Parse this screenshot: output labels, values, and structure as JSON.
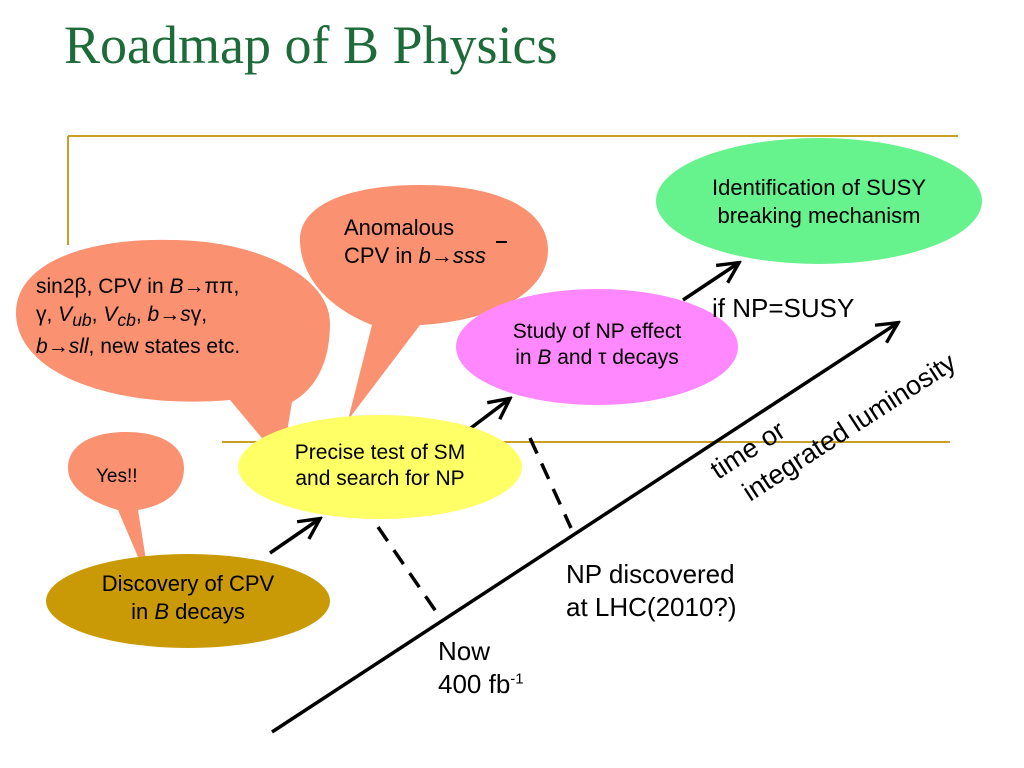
{
  "title": "Roadmap of B Physics",
  "colors": {
    "title": "#1e6b3a",
    "gold_rule": "#c8a028",
    "bubble_salmon": "#fa9171",
    "discovery": "#c99a06",
    "precise_test": "#ffff66",
    "study_np": "#ff88ff",
    "susy": "#66f28c"
  },
  "nodes": {
    "discovery": {
      "line1": "Discovery of CPV",
      "line2_pre": "in ",
      "line2_italic": "B",
      "line2_post": " decays"
    },
    "precise_test": {
      "line1": "Precise test of SM",
      "line2": "and search for NP"
    },
    "study_np": {
      "line1": "Study of NP effect",
      "line2_pre": "in ",
      "line2_b": "B",
      "line2_mid": " and ",
      "line2_tau": "τ",
      "line2_post": " decays"
    },
    "susy": {
      "line1": "Identification of SUSY",
      "line2": "breaking mechanism"
    }
  },
  "bubbles": {
    "yes": "Yes!!",
    "anomalous": {
      "line1": "Anomalous",
      "line2_pre": "CPV in ",
      "line2_b": "b",
      "line2_arrow": "→",
      "line2_sss": "sss"
    },
    "measurements": {
      "t1": "sin2",
      "t2": "β",
      "t3": ", CPV in ",
      "t4": "B",
      "t5": "→",
      "t6": "ππ",
      "t7": ",",
      "t8": "γ",
      "t9": ", ",
      "t10": "V",
      "t11": "ub",
      "t12": ", ",
      "t13": "V",
      "t14": "cb",
      "t15": ", ",
      "t16": "b",
      "t17": "→",
      "t18": "s",
      "t19": "γ",
      "t20": ",",
      "t21": "b",
      "t22": "→",
      "t23": "sll",
      "t24": ", new states etc."
    }
  },
  "labels": {
    "if_np": "if NP=SUSY",
    "axis_line1": "time or",
    "axis_line2": "integrated luminosity",
    "np_discovered_1": "NP discovered",
    "np_discovered_2": "at LHC(2010?)",
    "now": "Now",
    "lumi_value": "400 fb",
    "lumi_exp": "-1"
  }
}
